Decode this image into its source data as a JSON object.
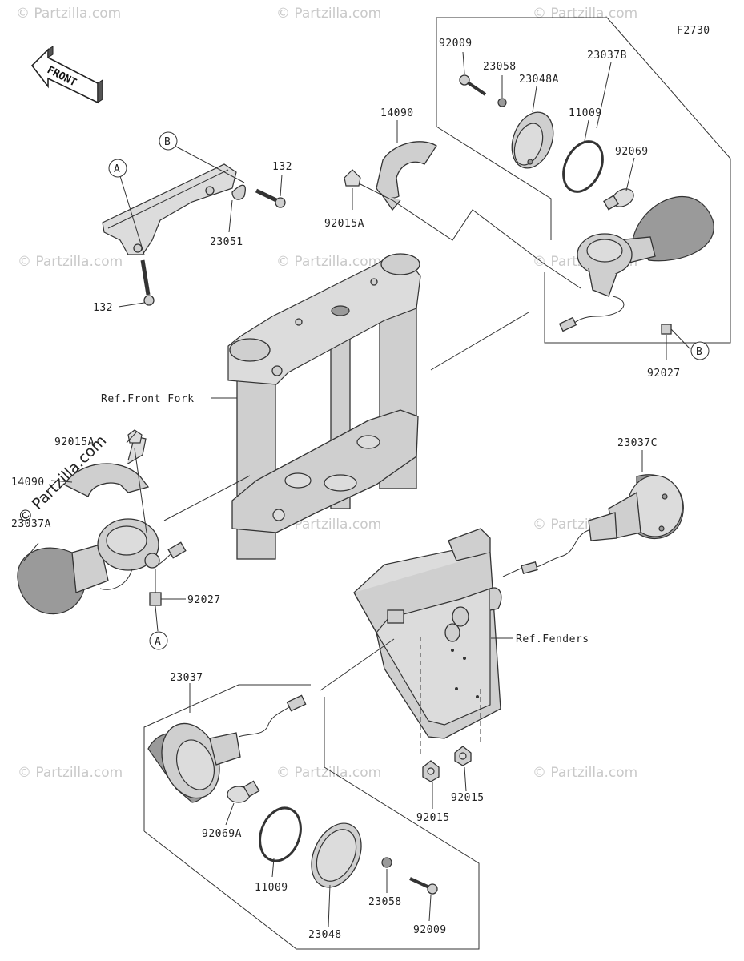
{
  "figure_id": "F2730",
  "front_label": "FRONT",
  "callout_a": "A",
  "callout_b": "B",
  "parts": {
    "p92009_top": "92009",
    "p23058_top": "23058",
    "p23048A": "23048A",
    "p23037B": "23037B",
    "p11009_top": "11009",
    "p92069": "92069",
    "p14090_top": "14090",
    "p92015A_top": "92015A",
    "p92027_top": "92027",
    "p132_top": "132",
    "p23051": "23051",
    "p132_left": "132",
    "ref_front_fork": "Ref.Front Fork",
    "p92015A_left": "92015A",
    "p14090_left": "14090",
    "p23037A": "23037A",
    "p92027_left": "92027",
    "p23037C": "23037C",
    "ref_fenders": "Ref.Fenders",
    "p23037": "23037",
    "p92069A": "92069A",
    "p11009_bottom": "11009",
    "p23048": "23048",
    "p23058_bottom": "23058",
    "p92009_bottom": "92009",
    "p92015_left": "92015",
    "p92015_right": "92015"
  },
  "watermark": "© Partzilla.com"
}
